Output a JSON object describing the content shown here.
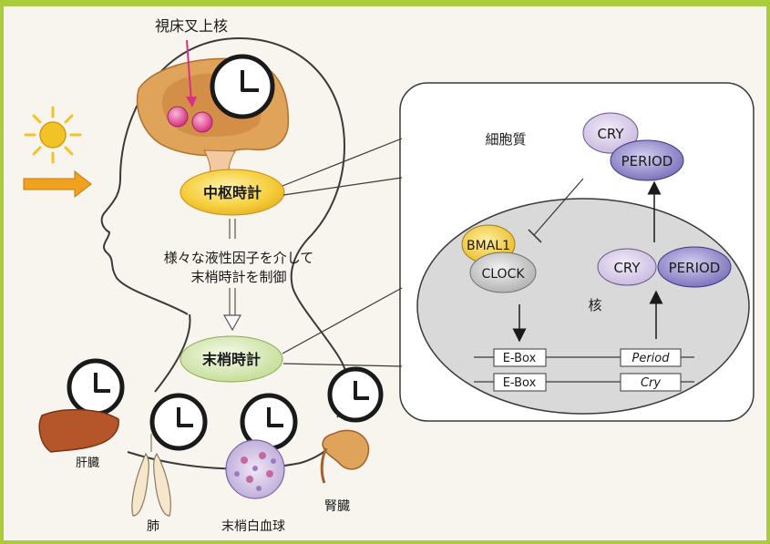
{
  "labels": {
    "scn": "視床叉上核",
    "central_clock": "中枢時計",
    "mediator_line1": "様々な液性因子を介して",
    "mediator_line2": "末梢時計を制御",
    "peripheral_clock": "末梢時計",
    "liver": "肝臓",
    "lung": "肺",
    "wbc": "末梢白血球",
    "kidney": "腎臓",
    "cytoplasm": "細胞質",
    "nucleus": "核"
  },
  "proteins": {
    "cry": "CRY",
    "period": "PERIOD",
    "bmal1": "BMAL1",
    "clock": "CLOCK"
  },
  "genes": {
    "ebox": "E-Box",
    "period_gene": "Period",
    "cry_gene": "Cry"
  },
  "colors": {
    "frame_green": "#a9cc3c",
    "background": "#f7f5ee",
    "central_clock_fill": "#f2c326",
    "peripheral_clock_fill": "#cfe3a4",
    "brain_orange": "#e0a35a",
    "scn_pink": "#e0478f",
    "cry_purple": "#d6c8e6",
    "period_purple": "#8a83c6",
    "bmal1_yellow": "#f2c326",
    "clock_gray": "#c8c8c8",
    "nucleus_gray": "#d9d9d9"
  },
  "icons": [
    "sun-icon",
    "clock-icon",
    "light-arrow-icon"
  ]
}
